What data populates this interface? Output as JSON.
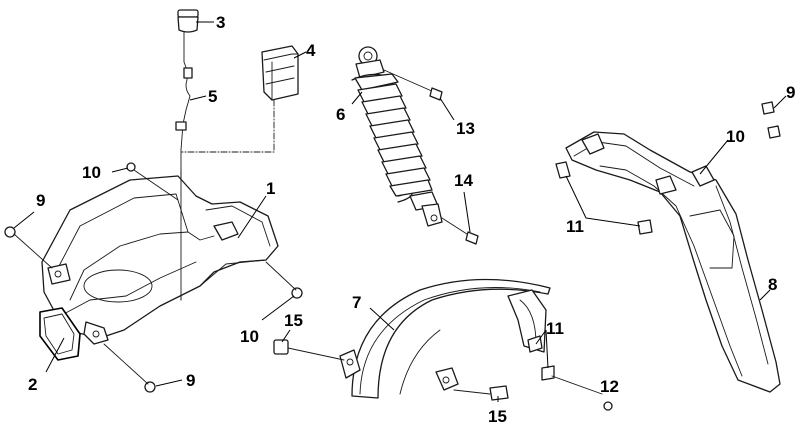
{
  "callouts": [
    {
      "id": "c1",
      "text": "1"
    },
    {
      "id": "c2",
      "text": "2"
    },
    {
      "id": "c3",
      "text": "3"
    },
    {
      "id": "c4",
      "text": "4"
    },
    {
      "id": "c5",
      "text": "5"
    },
    {
      "id": "c6",
      "text": "6"
    },
    {
      "id": "c7",
      "text": "7"
    },
    {
      "id": "c8",
      "text": "8"
    },
    {
      "id": "c9a",
      "text": "9"
    },
    {
      "id": "c9b",
      "text": "9"
    },
    {
      "id": "c9c",
      "text": "9"
    },
    {
      "id": "c10a",
      "text": "10"
    },
    {
      "id": "c10b",
      "text": "10"
    },
    {
      "id": "c10c",
      "text": "10"
    },
    {
      "id": "c11a",
      "text": "11"
    },
    {
      "id": "c11b",
      "text": "11"
    },
    {
      "id": "c12",
      "text": "12"
    },
    {
      "id": "c13",
      "text": "13"
    },
    {
      "id": "c14",
      "text": "14"
    },
    {
      "id": "c15a",
      "text": "15"
    },
    {
      "id": "c15b",
      "text": "15"
    }
  ]
}
